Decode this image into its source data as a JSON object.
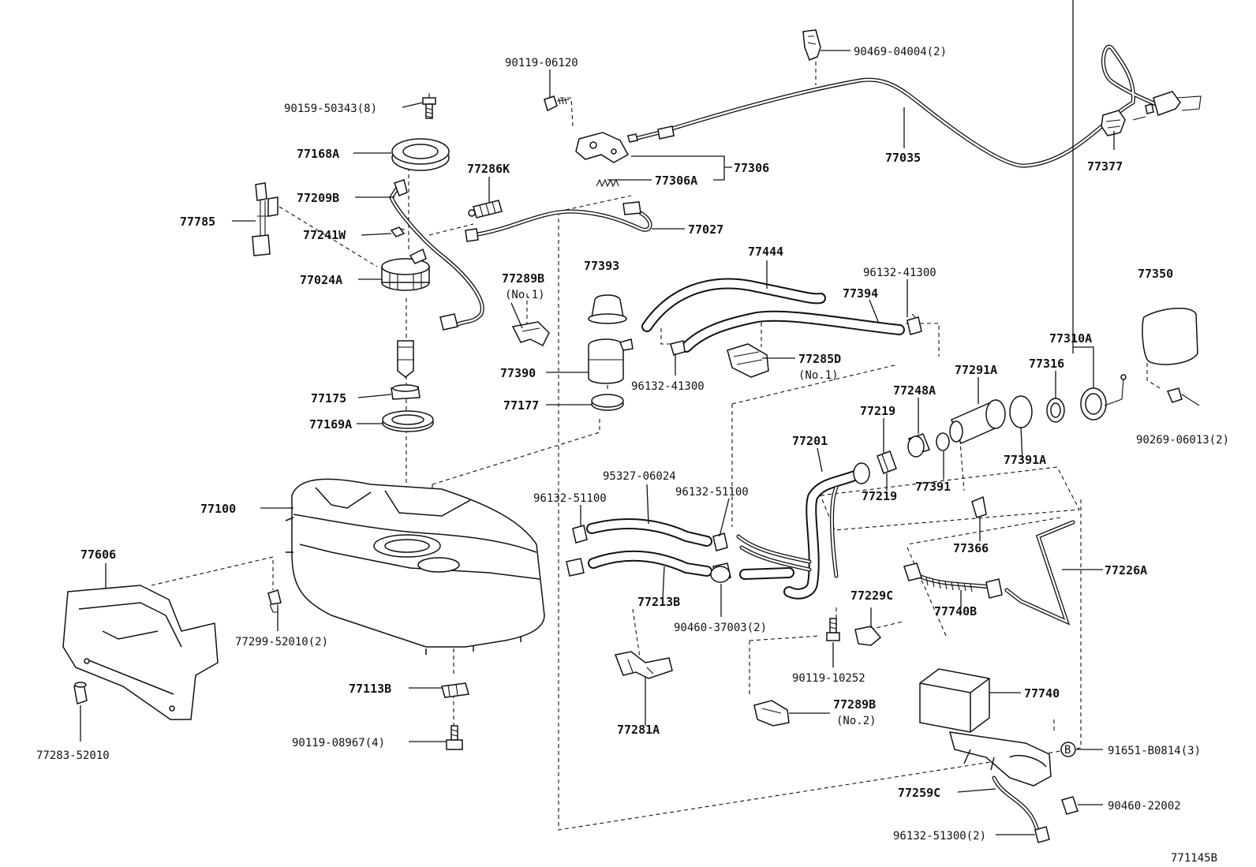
{
  "diagram_id": "771145B",
  "labels": {
    "p90119_06120": "90119-06120",
    "p90469_04004": "90469-04004(2)",
    "p90159_50343": "90159-50343(8)",
    "p77168A": "77168A",
    "p77286K": "77286K",
    "p77306": "77306",
    "p77306A": "77306A",
    "p77035": "77035",
    "p77377": "77377",
    "p77209B": "77209B",
    "p77785": "77785",
    "p77241W": "77241W",
    "p77027": "77027",
    "p77024A": "77024A",
    "p77289B_1": "77289B",
    "p77289B_1_note": "(No.1)",
    "p77393": "77393",
    "p77444": "77444",
    "p96132_41300_top": "96132-41300",
    "p77394": "77394",
    "p77350": "77350",
    "p77390": "77390",
    "p77285D": "77285D",
    "p77285D_note": "(No.1)",
    "p96132_41300_mid": "96132-41300",
    "p77310A": "77310A",
    "p77316": "77316",
    "p77291A": "77291A",
    "p77175": "77175",
    "p77177": "77177",
    "p77248A": "77248A",
    "p77169A": "77169A",
    "p77219_top": "77219",
    "p77201": "77201",
    "p90269_06013": "90269-06013(2)",
    "p77391A": "77391A",
    "p95327_06024": "95327-06024",
    "p96132_51100_left": "96132-51100",
    "p96132_51100_right": "96132-51100",
    "p77391": "77391",
    "p77219_bot": "77219",
    "p77100": "77100",
    "p77606": "77606",
    "p77366": "77366",
    "p77226A": "77226A",
    "p77213B": "77213B",
    "p77229C": "77229C",
    "p77740B": "77740B",
    "p77299_52010": "77299-52010(2)",
    "p90460_37003": "90460-37003(2)",
    "p90119_10252": "90119-10252",
    "p77113B": "77113B",
    "p77740": "77740",
    "p77289B_2": "77289B",
    "p77289B_2_note": "(No.2)",
    "p77281A": "77281A",
    "p90119_08967": "90119-08967(4)",
    "p77283_52010": "77283-52010",
    "p91651_B0814": "91651-B0814(3)",
    "b_marker": "B",
    "p77259C": "77259C",
    "p90460_22002": "90460-22002",
    "p96132_51300": "96132-51300(2)"
  }
}
